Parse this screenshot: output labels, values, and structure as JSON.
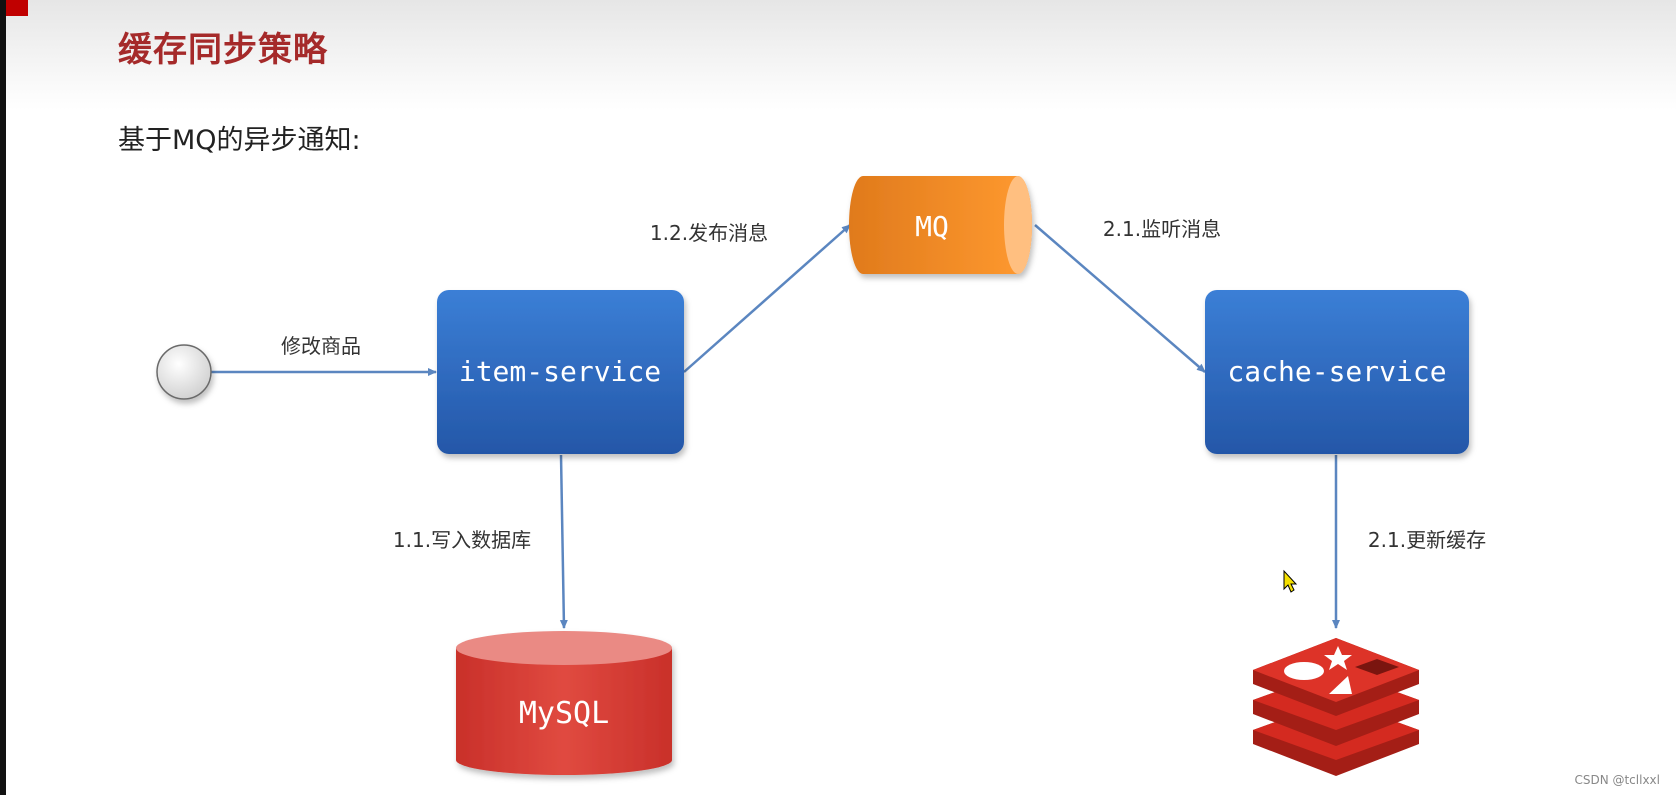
{
  "header": {
    "title": "缓存同步策略",
    "subtitle": "基于MQ的异步通知:"
  },
  "diagram": {
    "nodes": {
      "item_service": "item-service",
      "cache_service": "cache-service",
      "mq": "MQ",
      "mysql": "MySQL"
    },
    "edges": {
      "modify_product": "修改商品",
      "publish_message": "1.2.发布消息",
      "listen_message": "2.1.监听消息",
      "write_database": "1.1.写入数据库",
      "update_cache": "2.1.更新缓存"
    },
    "icons": {
      "start": "start-circle-icon",
      "redis": "redis-logo-icon"
    },
    "colors": {
      "service_box": "#2f6cc4",
      "mq": "#f0892a",
      "mysql": "#d8403a",
      "redis": "#d42a20",
      "arrow": "#5b86c0",
      "title": "#a52a2a"
    }
  },
  "watermark": "CSDN @tcllxxl"
}
